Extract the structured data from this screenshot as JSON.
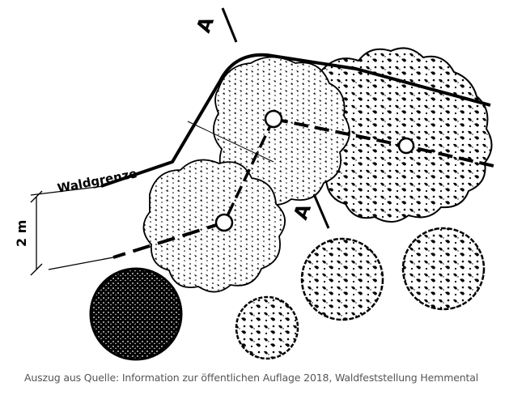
{
  "diagram": {
    "labels": {
      "forest_boundary": "Waldgrenze",
      "distance": "2 m",
      "section_marker": "A"
    }
  },
  "caption": "Auszug aus Quelle: Information zur öffentlichen Auflage 2018, Waldfeststellung Hemmental",
  "colors": {
    "ink": "#000000",
    "caption": "#555555",
    "background": "#ffffff"
  }
}
